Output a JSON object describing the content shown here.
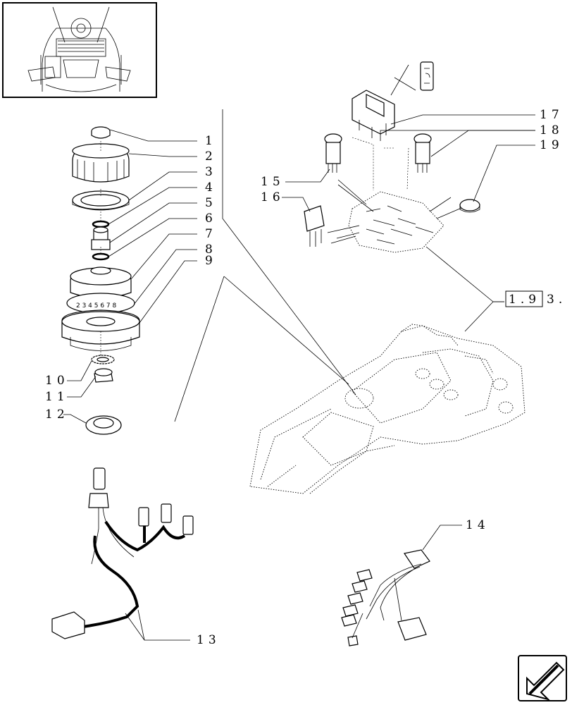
{
  "callouts": [
    {
      "id": "1",
      "label": "1"
    },
    {
      "id": "2",
      "label": "2"
    },
    {
      "id": "3",
      "label": "3"
    },
    {
      "id": "4",
      "label": "4"
    },
    {
      "id": "5",
      "label": "5"
    },
    {
      "id": "6",
      "label": "6"
    },
    {
      "id": "7",
      "label": "7"
    },
    {
      "id": "8",
      "label": "8"
    },
    {
      "id": "9",
      "label": "9"
    },
    {
      "id": "10",
      "label": "10"
    },
    {
      "id": "11",
      "label": "11"
    },
    {
      "id": "12",
      "label": "12"
    },
    {
      "id": "13",
      "label": "13"
    },
    {
      "id": "14",
      "label": "14"
    },
    {
      "id": "15",
      "label": "15"
    },
    {
      "id": "16",
      "label": "16"
    },
    {
      "id": "17",
      "label": "17"
    },
    {
      "id": "18",
      "label": "18"
    },
    {
      "id": "19",
      "label": "19"
    }
  ],
  "reference": {
    "boxed_part": "1.9",
    "suffix": "3."
  },
  "dial_markings": "2 3 4 5 6 7 8",
  "icons": {
    "thumbnail": "tractor-cab-thumbnail",
    "nav": "next-page-arrow-icon",
    "switch_symbol": "switch-symbol-icon"
  }
}
